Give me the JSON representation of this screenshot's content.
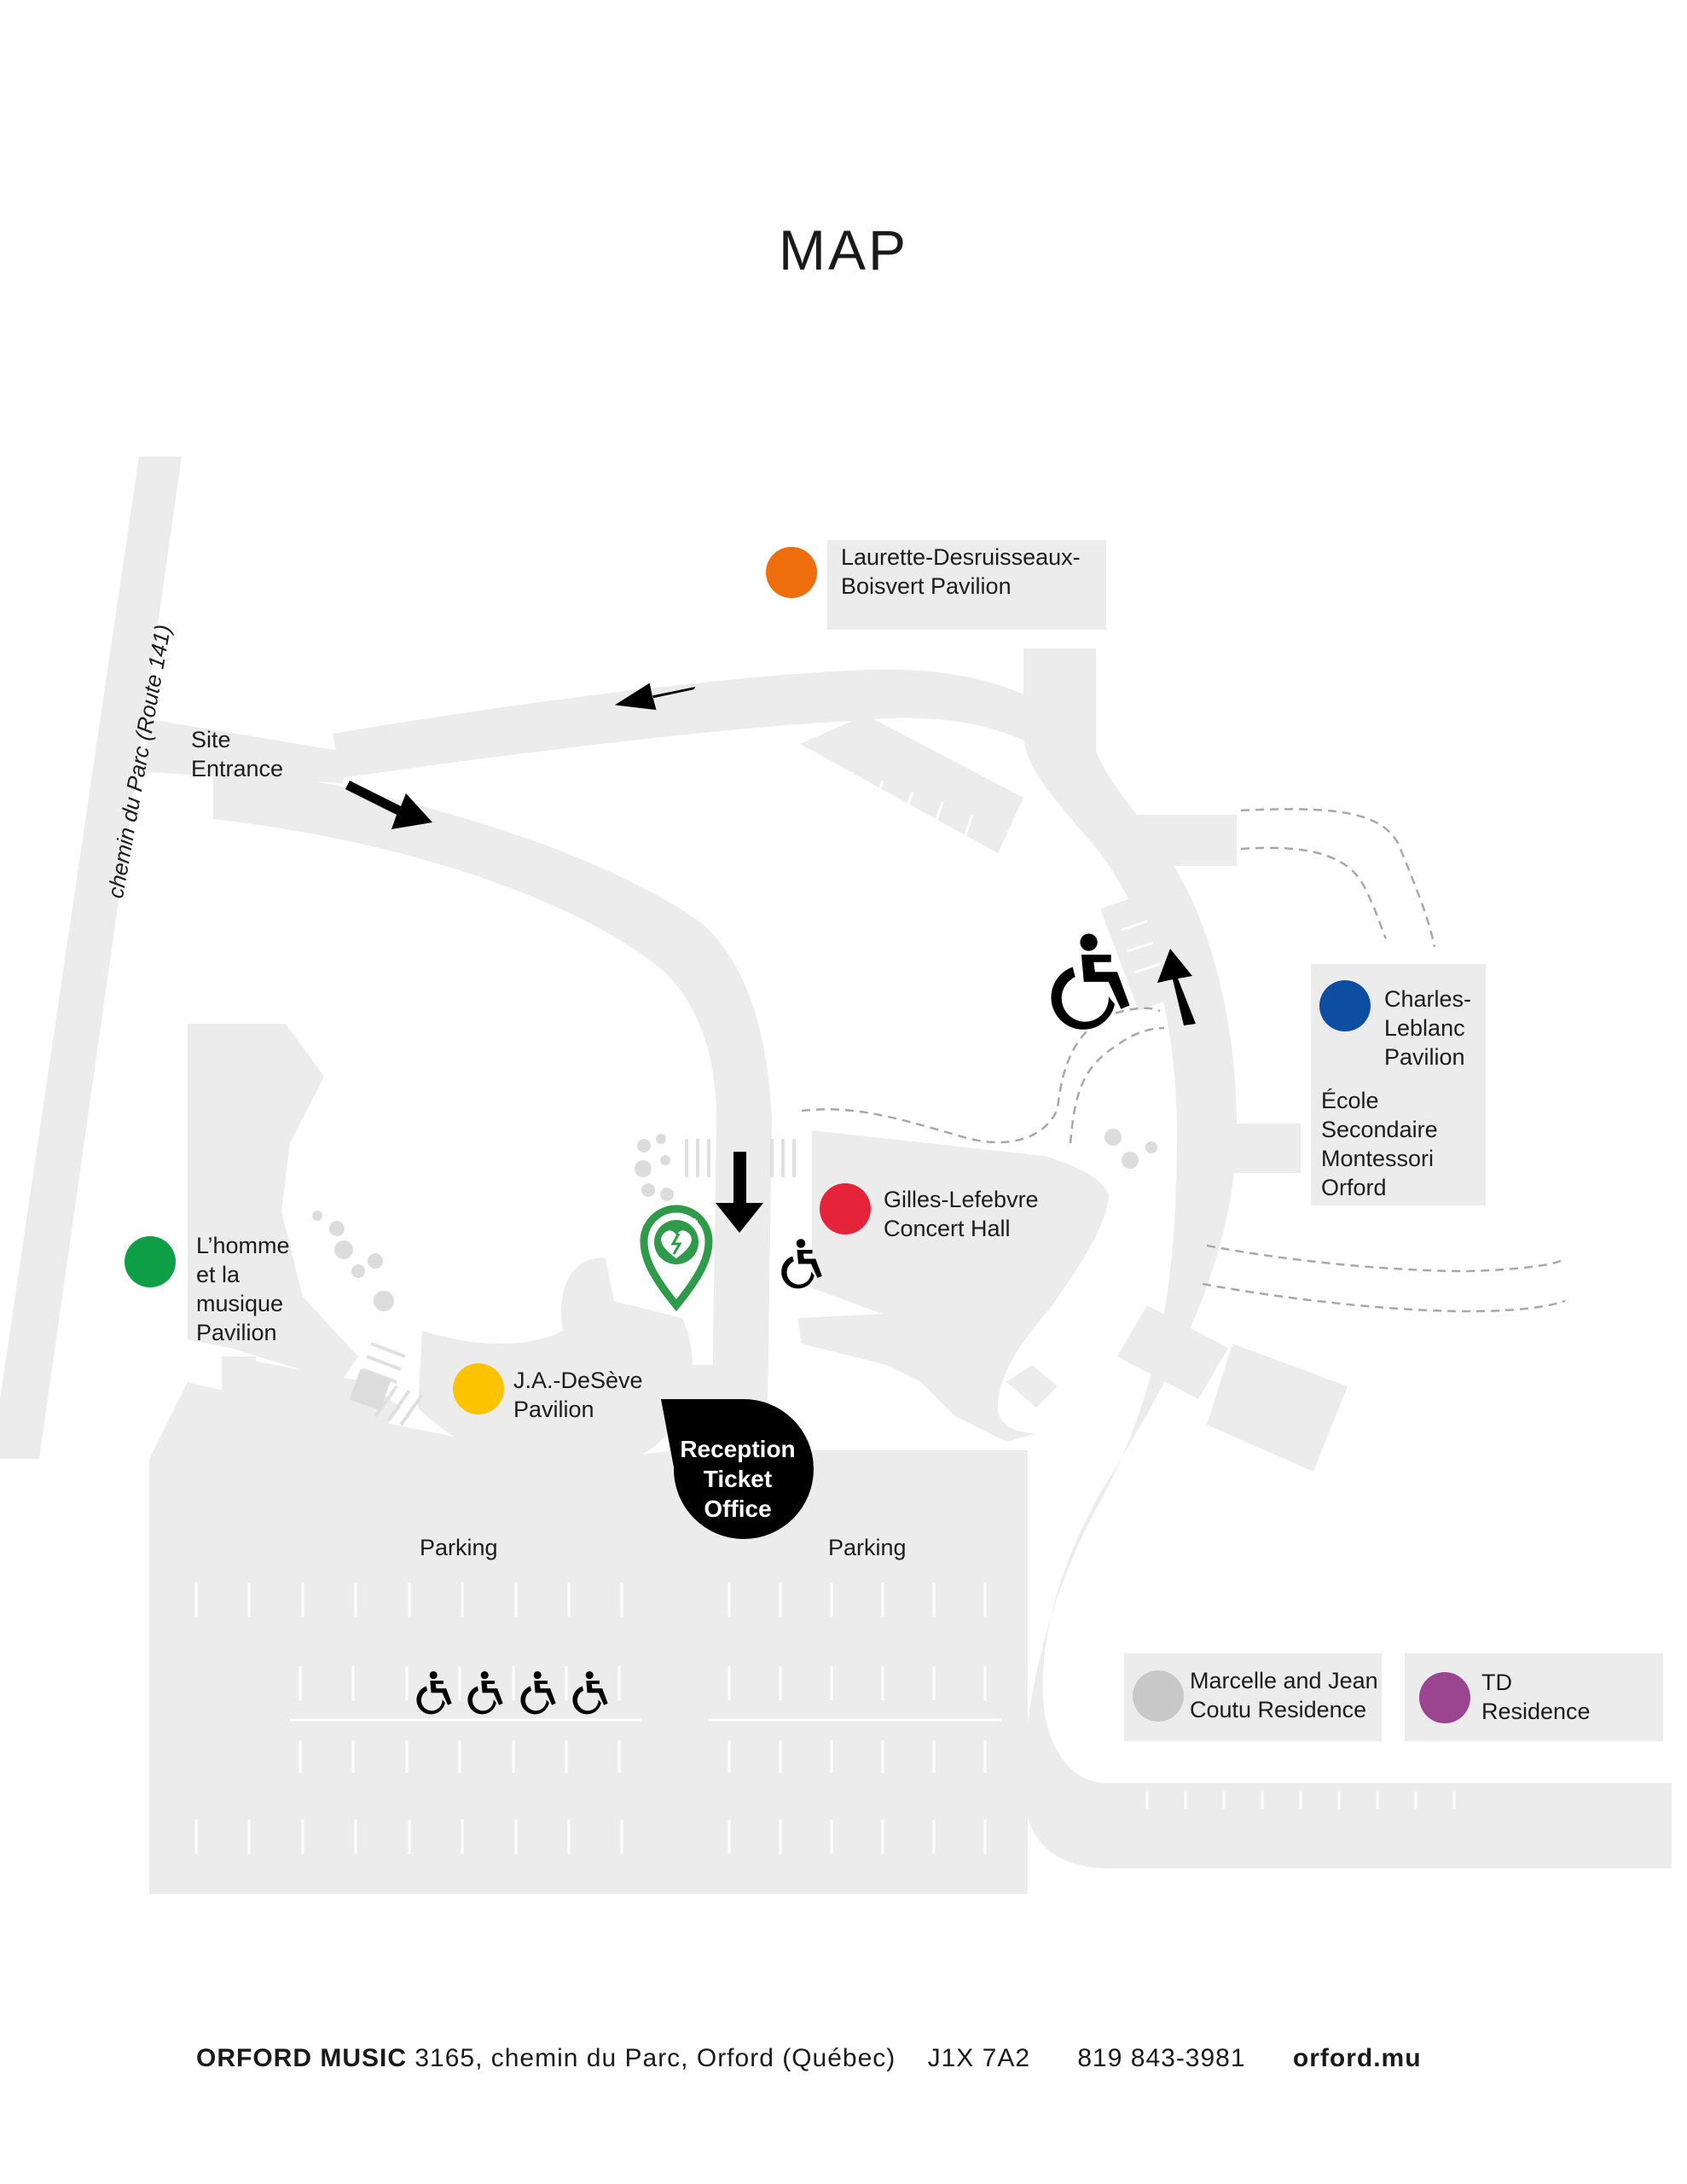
{
  "title": "MAP",
  "road_label": "chemin du Parc (Route 141)",
  "labels": {
    "site_entrance": "Site\nEntrance",
    "laurette": "Laurette-Desruisseaux-\nBoisvert Pavilion",
    "charles": "Charles-\nLeblanc\nPavilion",
    "ecole": "École\nSecondaire\nMontessori\nOrford",
    "gilles": "Gilles-Lefebvre\nConcert Hall",
    "homme": "L’homme\net la\nmusique\nPavilion",
    "jades": "J.A.-DeSève\nPavilion",
    "reception_1": "Reception",
    "reception_2": "Ticket",
    "reception_3": "Office",
    "parking_left": "Parking",
    "parking_right": "Parking",
    "marcelle": "Marcelle and Jean\nCoutu Residence",
    "td": "TD\nResidence"
  },
  "colors": {
    "road": "#ececec",
    "laurette": "#ee6d0d",
    "charles": "#0d4ea3",
    "gilles": "#e5243b",
    "homme": "#0f9f47",
    "jades": "#fcc300",
    "marcelle": "#c8c8c8",
    "td": "#9b448f",
    "defib": "#2e9a4a"
  },
  "icons": [
    "wheelchair-icon",
    "arrow-icon",
    "defibrillator-pin-icon"
  ],
  "footer": {
    "org": "ORFORD MUSIC",
    "address": "3165, chemin du Parc, Orford (Québec)",
    "postal": "J1X 7A2",
    "phone": "819 843-3981",
    "website": "orford.mu"
  }
}
